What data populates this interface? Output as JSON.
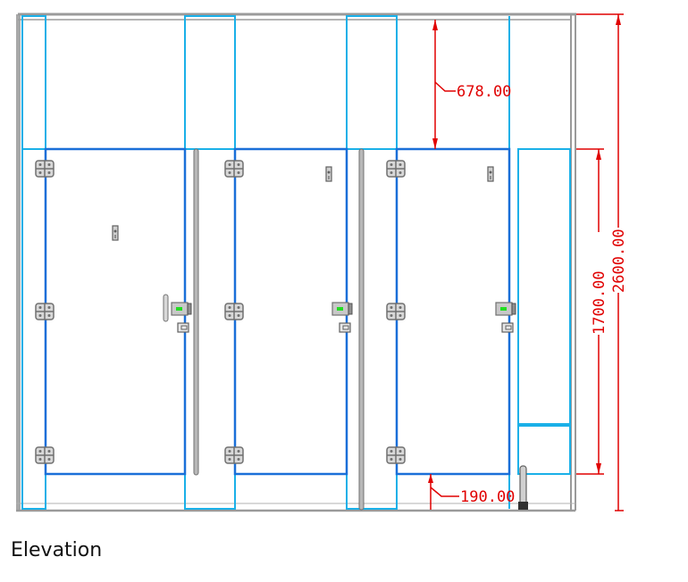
{
  "caption": "Elevation",
  "dimensions": {
    "door_gap_top": "678.00",
    "door_height": "1700.00",
    "overall_height": "2600.00",
    "floor_gap": "190.00"
  },
  "colors": {
    "frame": "#9a9a9a",
    "pilaster": "#1ab0e8",
    "door": "#1a6fd8",
    "dimension": "#e00000",
    "indicator": "#22dd22"
  },
  "icons": [
    "hinge-icon",
    "coat-hook-icon",
    "lock-indicator-icon",
    "door-stop-icon",
    "grab-rail-icon",
    "support-leg-icon"
  ]
}
